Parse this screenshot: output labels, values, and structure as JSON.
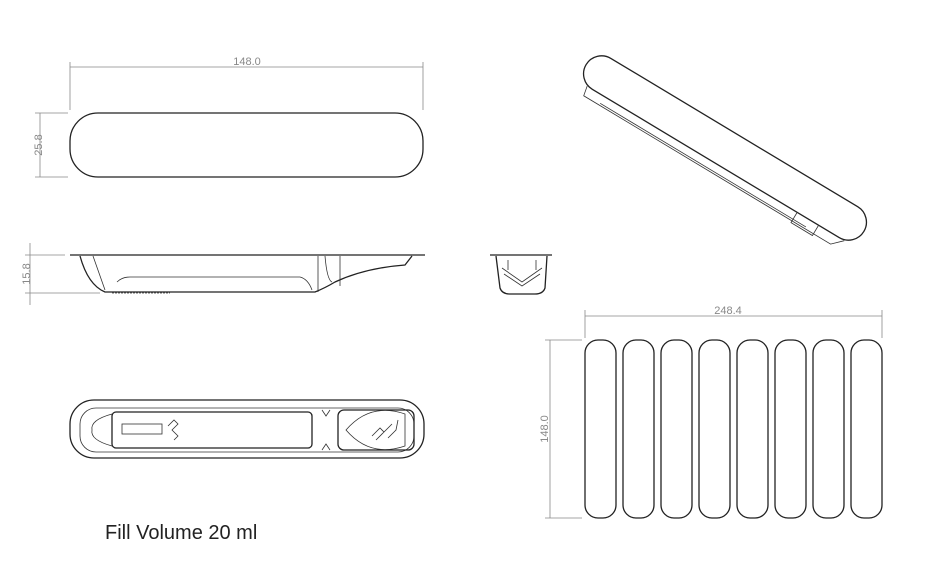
{
  "dimensions": {
    "top_length": "148.0",
    "top_width": "25.8",
    "side_height": "15.8",
    "array_width": "248.4",
    "array_length": "148.0"
  },
  "caption": "Fill Volume 20 ml",
  "array_count": 8,
  "colors": {
    "line": "#222222",
    "dimension": "#888888"
  }
}
